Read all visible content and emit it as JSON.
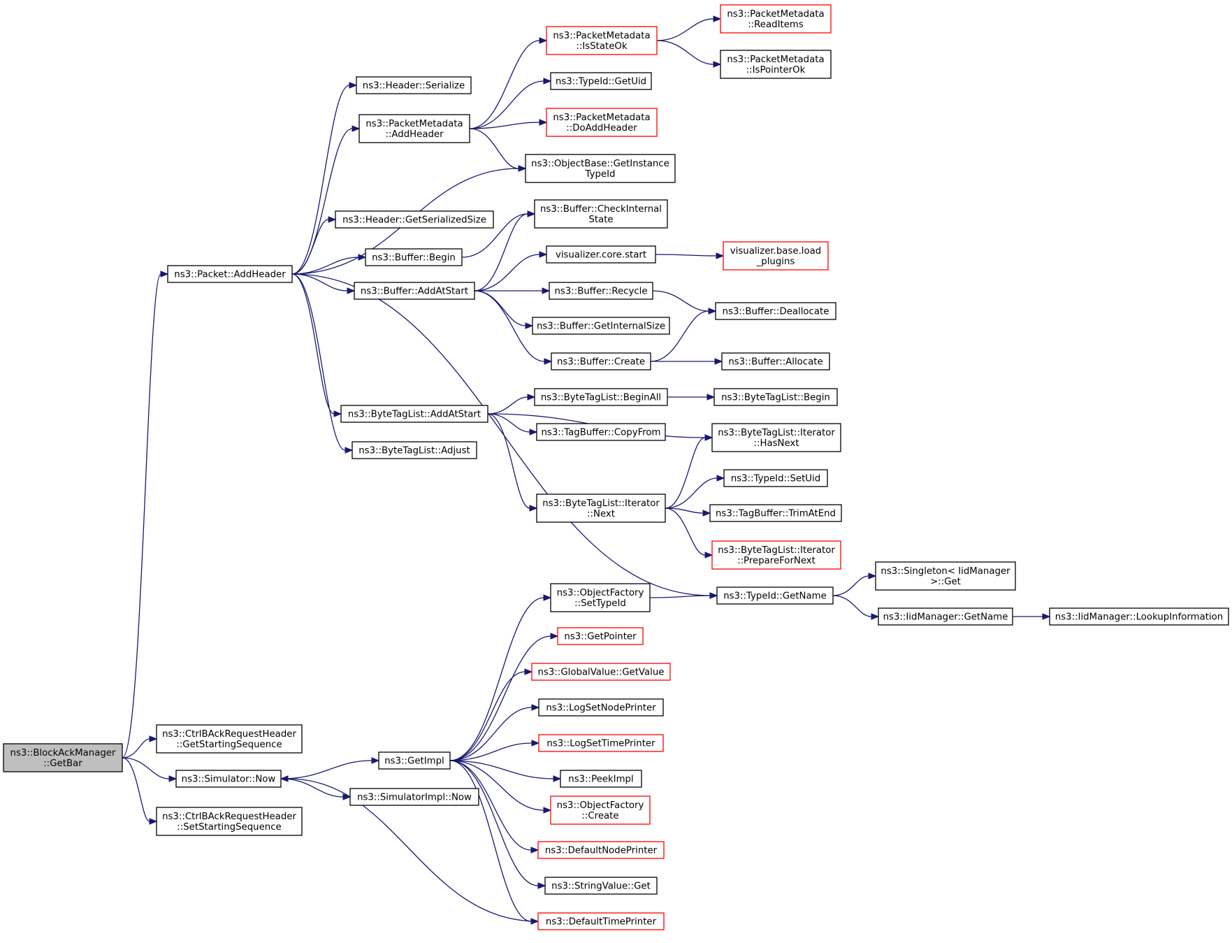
{
  "colors": {
    "edge": "#191970",
    "border": "#000000",
    "highlight_border": "#ff0000",
    "root_fill": "#bfbfbf",
    "background": "#ffffff"
  },
  "nodes": [
    {
      "id": "n0",
      "lines": [
        "ns3::BlockAckManager",
        "::GetBar"
      ],
      "style": "root"
    },
    {
      "id": "n1",
      "lines": [
        "ns3::Packet::AddHeader"
      ]
    },
    {
      "id": "n2",
      "lines": [
        "ns3::CtrlBAckRequestHeader",
        "::GetStartingSequence"
      ]
    },
    {
      "id": "n3",
      "lines": [
        "ns3::Simulator::Now"
      ]
    },
    {
      "id": "n4",
      "lines": [
        "ns3::CtrlBAckRequestHeader",
        "::SetStartingSequence"
      ]
    },
    {
      "id": "n5",
      "lines": [
        "ns3::Header::Serialize"
      ]
    },
    {
      "id": "n6",
      "lines": [
        "ns3::PacketMetadata",
        "::AddHeader"
      ]
    },
    {
      "id": "n7",
      "lines": [
        "ns3::ObjectBase::GetInstance",
        "TypeId"
      ]
    },
    {
      "id": "n8",
      "lines": [
        "ns3::Header::GetSerializedSize"
      ]
    },
    {
      "id": "n9",
      "lines": [
        "ns3::Buffer::Begin"
      ]
    },
    {
      "id": "n10",
      "lines": [
        "ns3::Buffer::AddAtStart"
      ]
    },
    {
      "id": "n11",
      "lines": [
        "ns3::ByteTagList::AddAtStart"
      ]
    },
    {
      "id": "n12",
      "lines": [
        "ns3::ByteTagList::Adjust"
      ]
    },
    {
      "id": "n13",
      "lines": [
        "ns3::TypeId::GetName"
      ]
    },
    {
      "id": "n14",
      "lines": [
        "ns3::PacketMetadata",
        "::IsStateOk"
      ],
      "style": "red"
    },
    {
      "id": "n15",
      "lines": [
        "ns3::TypeId::GetUid"
      ]
    },
    {
      "id": "n16",
      "lines": [
        "ns3::PacketMetadata",
        "::DoAddHeader"
      ],
      "style": "red"
    },
    {
      "id": "n17",
      "lines": [
        "ns3::PacketMetadata",
        "::ReadItems"
      ],
      "style": "red"
    },
    {
      "id": "n18",
      "lines": [
        "ns3::PacketMetadata",
        "::IsPointerOk"
      ]
    },
    {
      "id": "n19",
      "lines": [
        "ns3::Buffer::CheckInternal",
        "State"
      ]
    },
    {
      "id": "n20",
      "lines": [
        "visualizer.core.start"
      ]
    },
    {
      "id": "n21",
      "lines": [
        "ns3::Buffer::Recycle"
      ]
    },
    {
      "id": "n22",
      "lines": [
        "ns3::Buffer::GetInternalSize"
      ]
    },
    {
      "id": "n23",
      "lines": [
        "ns3::Buffer::Create"
      ]
    },
    {
      "id": "n24",
      "lines": [
        "visualizer.base.load",
        "_plugins"
      ],
      "style": "red"
    },
    {
      "id": "n25",
      "lines": [
        "ns3::Buffer::Deallocate"
      ]
    },
    {
      "id": "n26",
      "lines": [
        "ns3::Buffer::Allocate"
      ]
    },
    {
      "id": "n27",
      "lines": [
        "ns3::ByteTagList::BeginAll"
      ]
    },
    {
      "id": "n28",
      "lines": [
        "ns3::TagBuffer::CopyFrom"
      ]
    },
    {
      "id": "n29",
      "lines": [
        "ns3::ByteTagList::Iterator",
        "::HasNext"
      ]
    },
    {
      "id": "n30",
      "lines": [
        "ns3::ByteTagList::Iterator",
        "::Next"
      ]
    },
    {
      "id": "n31",
      "lines": [
        "ns3::ByteTagList::Begin"
      ]
    },
    {
      "id": "n32",
      "lines": [
        "ns3::TypeId::SetUid"
      ]
    },
    {
      "id": "n33",
      "lines": [
        "ns3::TagBuffer::TrimAtEnd"
      ]
    },
    {
      "id": "n34",
      "lines": [
        "ns3::ByteTagList::Iterator",
        "::PrepareForNext"
      ],
      "style": "red"
    },
    {
      "id": "n35",
      "lines": [
        "ns3::Singleton< IidManager",
        ">::Get"
      ]
    },
    {
      "id": "n36",
      "lines": [
        "ns3::IidManager::GetName"
      ]
    },
    {
      "id": "n37",
      "lines": [
        "ns3::IidManager::LookupInformation"
      ]
    },
    {
      "id": "n38",
      "lines": [
        "ns3::GetImpl"
      ]
    },
    {
      "id": "n39",
      "lines": [
        "ns3::SimulatorImpl::Now"
      ]
    },
    {
      "id": "n40",
      "lines": [
        "ns3::ObjectFactory",
        "::SetTypeId"
      ]
    },
    {
      "id": "n41",
      "lines": [
        "ns3::GetPointer"
      ],
      "style": "red"
    },
    {
      "id": "n42",
      "lines": [
        "ns3::GlobalValue::GetValue"
      ],
      "style": "red"
    },
    {
      "id": "n43",
      "lines": [
        "ns3::LogSetNodePrinter"
      ]
    },
    {
      "id": "n44",
      "lines": [
        "ns3::LogSetTimePrinter"
      ],
      "style": "red"
    },
    {
      "id": "n45",
      "lines": [
        "ns3::PeekImpl"
      ]
    },
    {
      "id": "n46",
      "lines": [
        "ns3::ObjectFactory",
        "::Create"
      ],
      "style": "red"
    },
    {
      "id": "n47",
      "lines": [
        "ns3::DefaultNodePrinter"
      ],
      "style": "red"
    },
    {
      "id": "n48",
      "lines": [
        "ns3::StringValue::Get"
      ]
    },
    {
      "id": "n49",
      "lines": [
        "ns3::DefaultTimePrinter"
      ],
      "style": "red"
    }
  ],
  "edges": [
    [
      "n0",
      "n1"
    ],
    [
      "n0",
      "n2"
    ],
    [
      "n0",
      "n3"
    ],
    [
      "n0",
      "n4"
    ],
    [
      "n1",
      "n5"
    ],
    [
      "n1",
      "n6"
    ],
    [
      "n1",
      "n7"
    ],
    [
      "n1",
      "n8"
    ],
    [
      "n1",
      "n9"
    ],
    [
      "n1",
      "n10"
    ],
    [
      "n1",
      "n11"
    ],
    [
      "n1",
      "n12"
    ],
    [
      "n1",
      "n13"
    ],
    [
      "n6",
      "n14"
    ],
    [
      "n6",
      "n15"
    ],
    [
      "n6",
      "n16"
    ],
    [
      "n6",
      "n7"
    ],
    [
      "n14",
      "n17"
    ],
    [
      "n14",
      "n18"
    ],
    [
      "n9",
      "n19"
    ],
    [
      "n10",
      "n19"
    ],
    [
      "n10",
      "n20"
    ],
    [
      "n10",
      "n21"
    ],
    [
      "n10",
      "n22"
    ],
    [
      "n10",
      "n23"
    ],
    [
      "n20",
      "n24"
    ],
    [
      "n21",
      "n25"
    ],
    [
      "n23",
      "n25"
    ],
    [
      "n23",
      "n26"
    ],
    [
      "n11",
      "n27"
    ],
    [
      "n11",
      "n28"
    ],
    [
      "n11",
      "n29"
    ],
    [
      "n11",
      "n30"
    ],
    [
      "n27",
      "n31"
    ],
    [
      "n30",
      "n29"
    ],
    [
      "n30",
      "n32"
    ],
    [
      "n30",
      "n33"
    ],
    [
      "n30",
      "n34"
    ],
    [
      "n13",
      "n35"
    ],
    [
      "n13",
      "n36"
    ],
    [
      "n36",
      "n37"
    ],
    [
      "n3",
      "n38"
    ],
    [
      "n3",
      "n39"
    ],
    [
      "n38",
      "n40"
    ],
    [
      "n38",
      "n41"
    ],
    [
      "n38",
      "n42"
    ],
    [
      "n38",
      "n43"
    ],
    [
      "n38",
      "n44"
    ],
    [
      "n38",
      "n45"
    ],
    [
      "n38",
      "n46"
    ],
    [
      "n38",
      "n47"
    ],
    [
      "n38",
      "n48"
    ],
    [
      "n38",
      "n49"
    ],
    [
      "n40",
      "n13"
    ],
    [
      "n49",
      "n3"
    ]
  ]
}
